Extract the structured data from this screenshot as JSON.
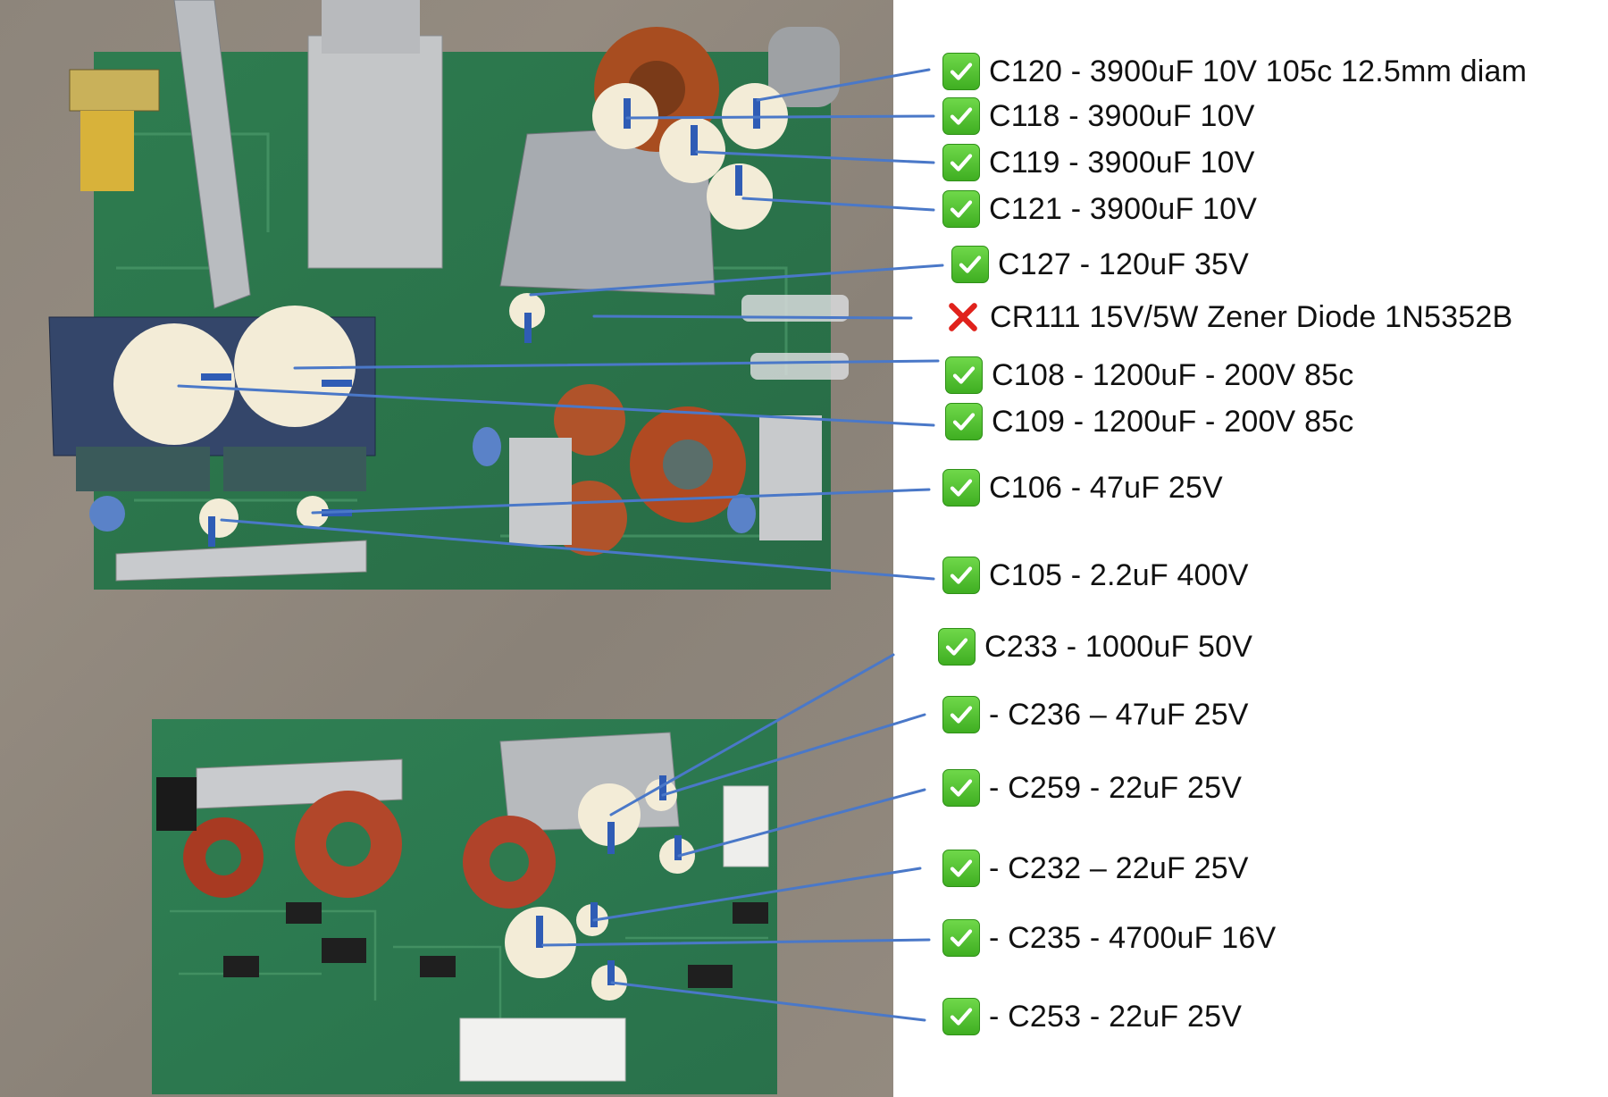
{
  "icons": {
    "ok": "check-mark-icon",
    "bad": "cross-mark-icon"
  },
  "colors": {
    "leader": "#4a78c8",
    "board": "#2f7a4f",
    "check": "#3fae22",
    "cross": "#e0221c"
  },
  "labels": [
    {
      "id": "c120",
      "status": "ok",
      "text": "C120 - 3900uF 10V 105c 12.5mm diam"
    },
    {
      "id": "c118",
      "status": "ok",
      "text": "C118 - 3900uF 10V"
    },
    {
      "id": "c119",
      "status": "ok",
      "text": "C119 - 3900uF 10V"
    },
    {
      "id": "c121",
      "status": "ok",
      "text": "C121 - 3900uF 10V"
    },
    {
      "id": "c127",
      "status": "ok",
      "text": "C127 - 120uF 35V"
    },
    {
      "id": "cr111",
      "status": "bad",
      "text": "CR111 15V/5W  Zener Diode 1N5352B"
    },
    {
      "id": "c108",
      "status": "ok",
      "text": "C108 - 1200uF - 200V 85c"
    },
    {
      "id": "c109",
      "status": "ok",
      "text": "C109 - 1200uF - 200V 85c"
    },
    {
      "id": "c106",
      "status": "ok",
      "text": "C106 - 47uF 25V"
    },
    {
      "id": "c105",
      "status": "ok",
      "text": "C105 - 2.2uF 400V"
    },
    {
      "id": "c233",
      "status": "ok",
      "text": "C233 - 1000uF 50V"
    },
    {
      "id": "c236",
      "status": "ok",
      "text": "- C236 – 47uF 25V"
    },
    {
      "id": "c259",
      "status": "ok",
      "text": "- C259 - 22uF 25V"
    },
    {
      "id": "c232",
      "status": "ok",
      "text": "- C232 – 22uF 25V"
    },
    {
      "id": "c235",
      "status": "ok",
      "text": "- C235 - 4700uF 16V"
    },
    {
      "id": "c253",
      "status": "ok",
      "text": "- C253 - 22uF 25V"
    }
  ]
}
